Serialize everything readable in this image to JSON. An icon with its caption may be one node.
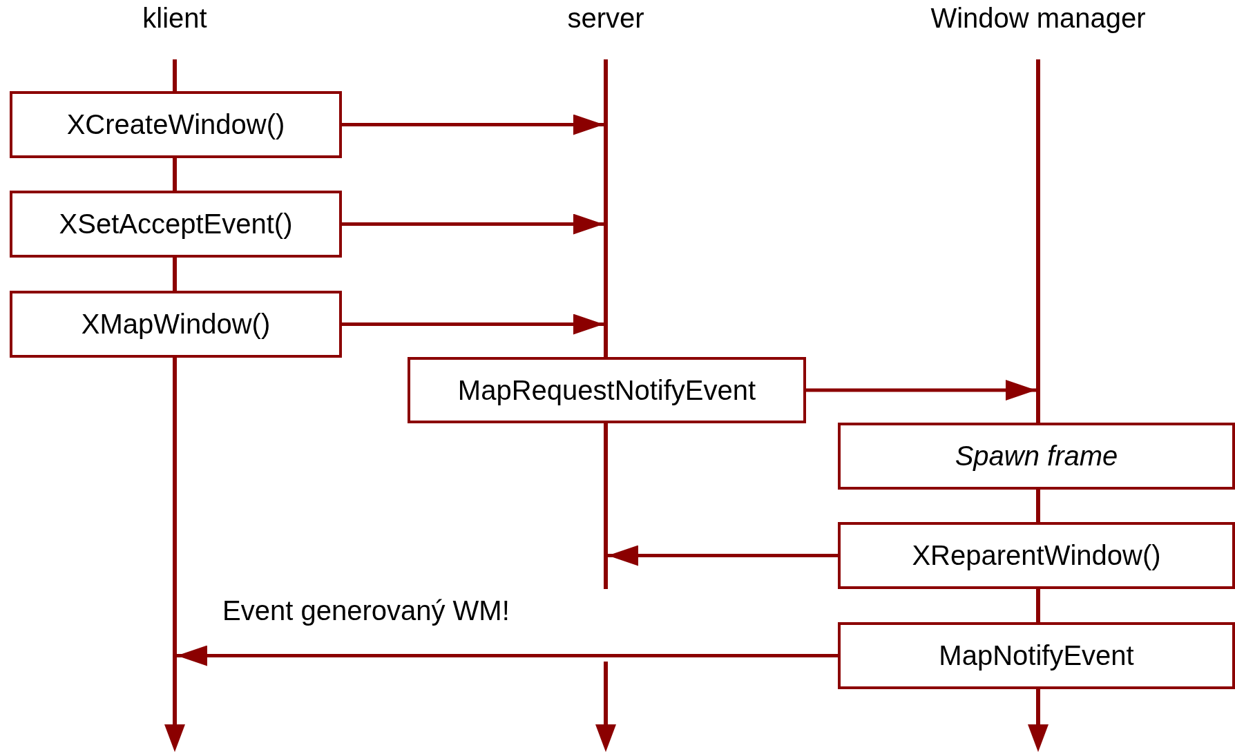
{
  "diagram": {
    "nodes": [
      {
        "text": [],
        "shape": "bar"
      },
      {
        "text": [],
        "shape": "bar"
      },
      {
        "text": [],
        "shape": "bar"
      },
      {
        "text": [],
        "shape": "bar"
      },
      {
        "text": [
          "XCreateWindow()"
        ]
      },
      {
        "text": [
          "XSetAcceptEvent()"
        ]
      },
      {
        "text": [
          "XMapWindow()"
        ]
      },
      {
        "text": [
          "MapRequestNotifyEvent"
        ]
      },
      {
        "text": [
          "Spawn frame"
        ]
      },
      {
        "text": [
          "XReparentWindow()"
        ]
      },
      {
        "text": [
          "MapNotifyEvent"
        ]
      }
    ],
    "edges": [
      {
        "from": 4,
        "to": 1,
        "arrow": "to"
      },
      {
        "from": 5,
        "to": 1,
        "arrow": "to"
      },
      {
        "from": 6,
        "to": 1,
        "arrow": "to"
      },
      {
        "from": 7,
        "to": 3,
        "arrow": "to"
      },
      {
        "from": 9,
        "to": 2,
        "arrow": "to"
      },
      {
        "from": 10,
        "to": 0,
        "arrow": "to",
        "label": "Event generovaný WM!"
      },
      {
        "from": 4,
        "to": 5,
        "arrow": "none"
      },
      {
        "from": 5,
        "to": 6,
        "arrow": "none"
      },
      {
        "from": 8,
        "to": 9,
        "arrow": "none"
      },
      {
        "from": 9,
        "to": 10,
        "arrow": "none"
      }
    ],
    "labels": [
      "klient",
      "server",
      "Window manager"
    ]
  }
}
